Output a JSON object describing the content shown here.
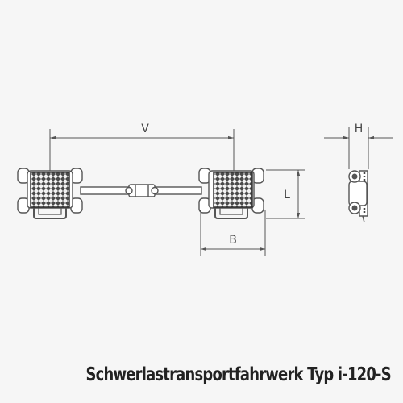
{
  "caption": "Schwerlastransportfahrwerk Typ i-120-S",
  "dimensions": {
    "v": "V",
    "b": "B",
    "l": "L",
    "h": "H"
  },
  "colors": {
    "line": "#555555",
    "pad_dark": "#444444",
    "background": "#f6f6f6"
  }
}
